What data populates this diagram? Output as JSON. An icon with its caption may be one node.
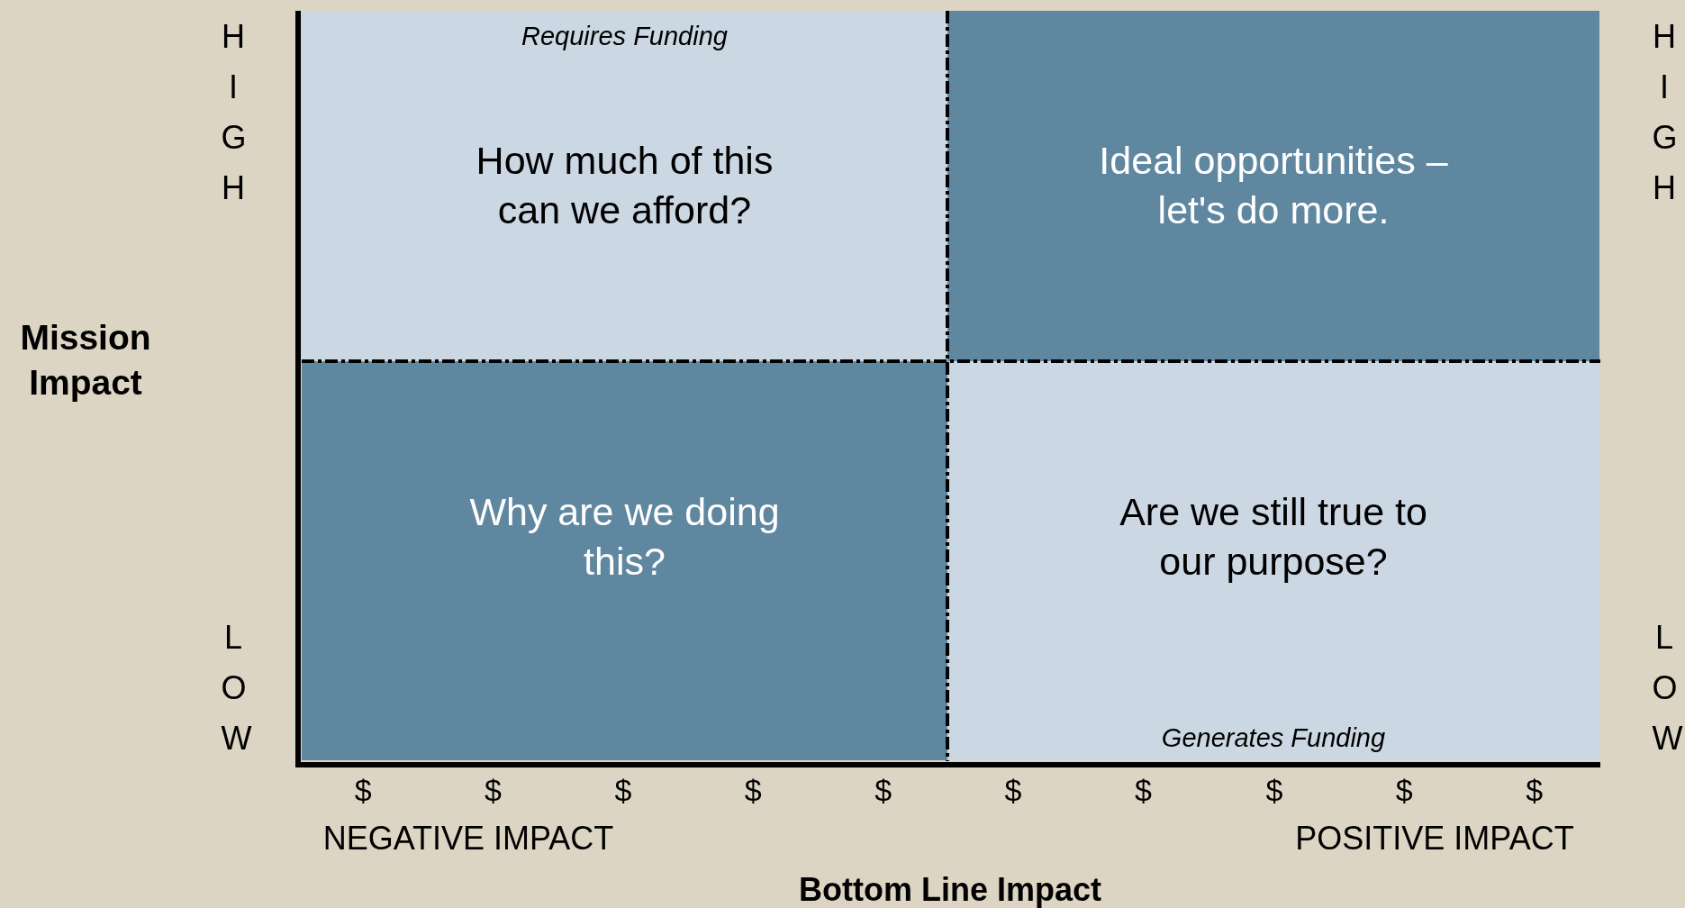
{
  "diagram": {
    "nodes": [
      {
        "text": [
          "Requires Funding",
          "How much of this can we afford?"
        ]
      },
      {
        "text": [
          "Ideal opportunities – let's do more."
        ]
      },
      {
        "text": [
          "Why are we doing this?"
        ]
      },
      {
        "text": [
          "Are we still true to our purpose?",
          "Generates Funding"
        ]
      }
    ],
    "labels": [
      "HIGH",
      "HIGH",
      "Mission Impact",
      "LOW",
      "LOW",
      "$",
      "$",
      "$",
      "$",
      "$",
      "$",
      "$",
      "$",
      "$",
      "$",
      "NEGATIVE IMPACT",
      "POSITIVE IMPACT",
      "Bottom Line Impact"
    ]
  }
}
